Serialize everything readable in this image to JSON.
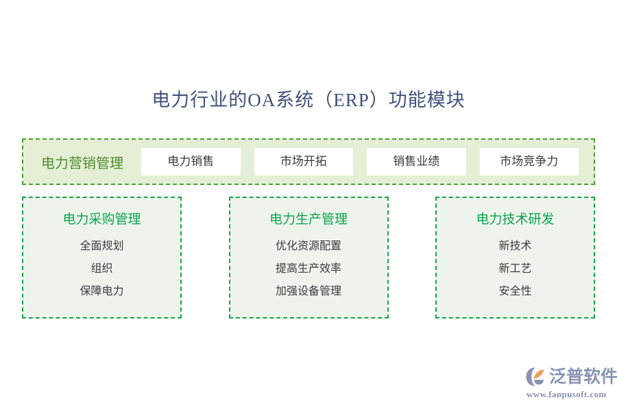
{
  "page": {
    "title": "电力行业的OA系统（ERP）功能模块",
    "title_color": "#41527a",
    "background": "#ffffff"
  },
  "colors": {
    "banner_bg": "#e4efd6",
    "banner_border": "#4f9c37",
    "banner_label": "#4f8c2c",
    "column_bg": "#eef4ec",
    "column_border": "#16a34a",
    "column_title": "#0ca24f",
    "item_text": "#3a3a3a",
    "watermark": "#8893b2",
    "logo_accent": "#e8a05a"
  },
  "banner": {
    "label": "电力营销管理",
    "items": [
      {
        "label": "电力销售"
      },
      {
        "label": "市场开拓"
      },
      {
        "label": "销售业绩"
      },
      {
        "label": "市场竞争力"
      }
    ]
  },
  "columns": [
    {
      "title": "电力采购管理",
      "items": [
        {
          "label": "全面规划"
        },
        {
          "label": "组织"
        },
        {
          "label": "保障电力"
        }
      ]
    },
    {
      "title": "电力生产管理",
      "items": [
        {
          "label": "优化资源配置"
        },
        {
          "label": "提高生产效率"
        },
        {
          "label": "加强设备管理"
        }
      ]
    },
    {
      "title": "电力技术研发",
      "items": [
        {
          "label": "新技术"
        },
        {
          "label": "新工艺"
        },
        {
          "label": "安全性"
        }
      ]
    }
  ],
  "watermark": {
    "brand": "泛普软件",
    "url": "www.fanpusoft.com",
    "logo_icon": "fanpu-logo-icon"
  }
}
